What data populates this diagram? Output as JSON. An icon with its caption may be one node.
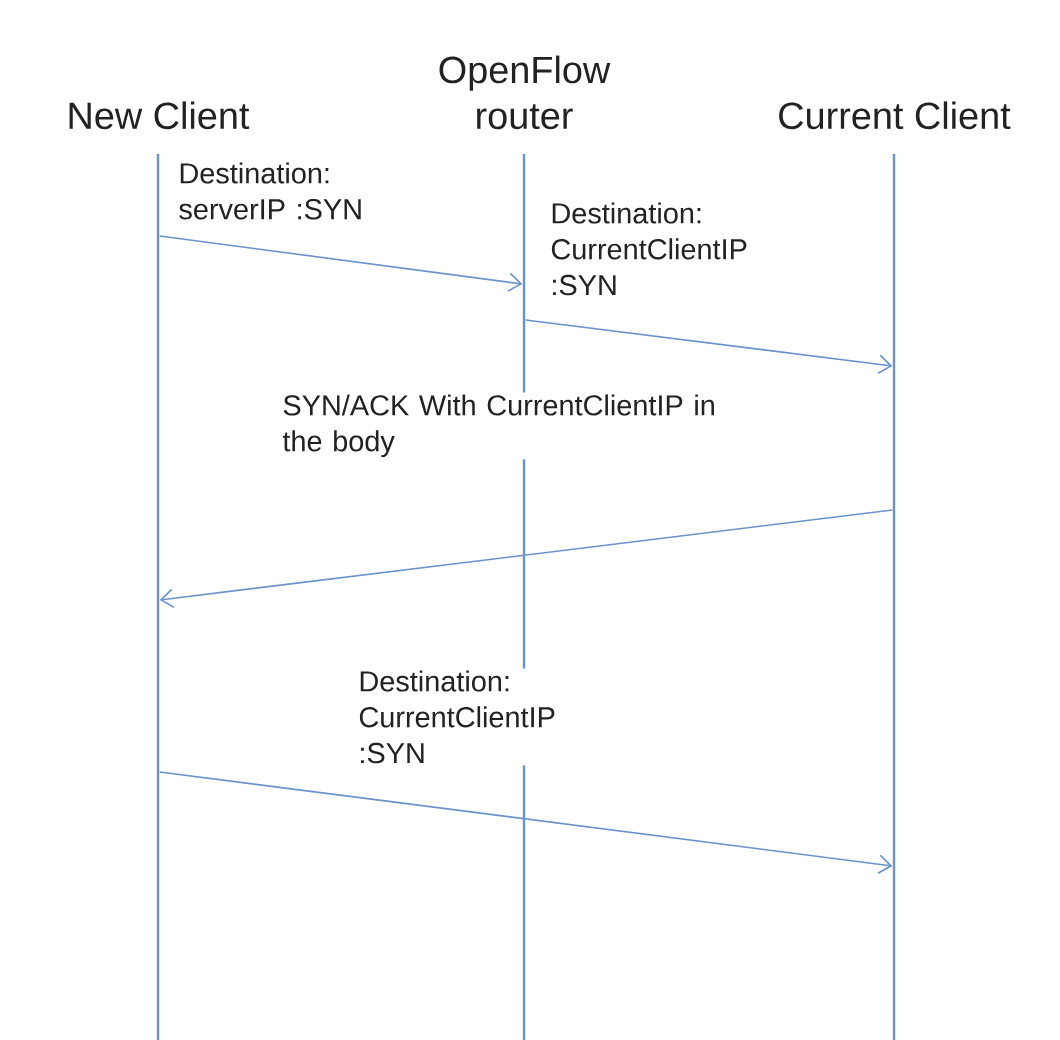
{
  "diagram": {
    "nodes": [
      {
        "text": [
          "New Client"
        ]
      },
      {
        "text": [
          "OpenFlow router"
        ]
      },
      {
        "text": [
          "Current Client"
        ]
      }
    ],
    "edges": [
      {
        "from": 0,
        "to": 1,
        "arrow": "to",
        "label": "Destination: serverIP :SYN"
      },
      {
        "from": 1,
        "to": 2,
        "arrow": "to",
        "label": "Destination: CurrentClientIP :SYN"
      },
      {
        "from": 2,
        "to": 0,
        "arrow": "to",
        "label": "SYN/ACK With CurrentClientIP in the body"
      },
      {
        "from": 0,
        "to": 2,
        "arrow": "to",
        "label": "Destination: CurrentClientIP :SYN"
      }
    ]
  }
}
